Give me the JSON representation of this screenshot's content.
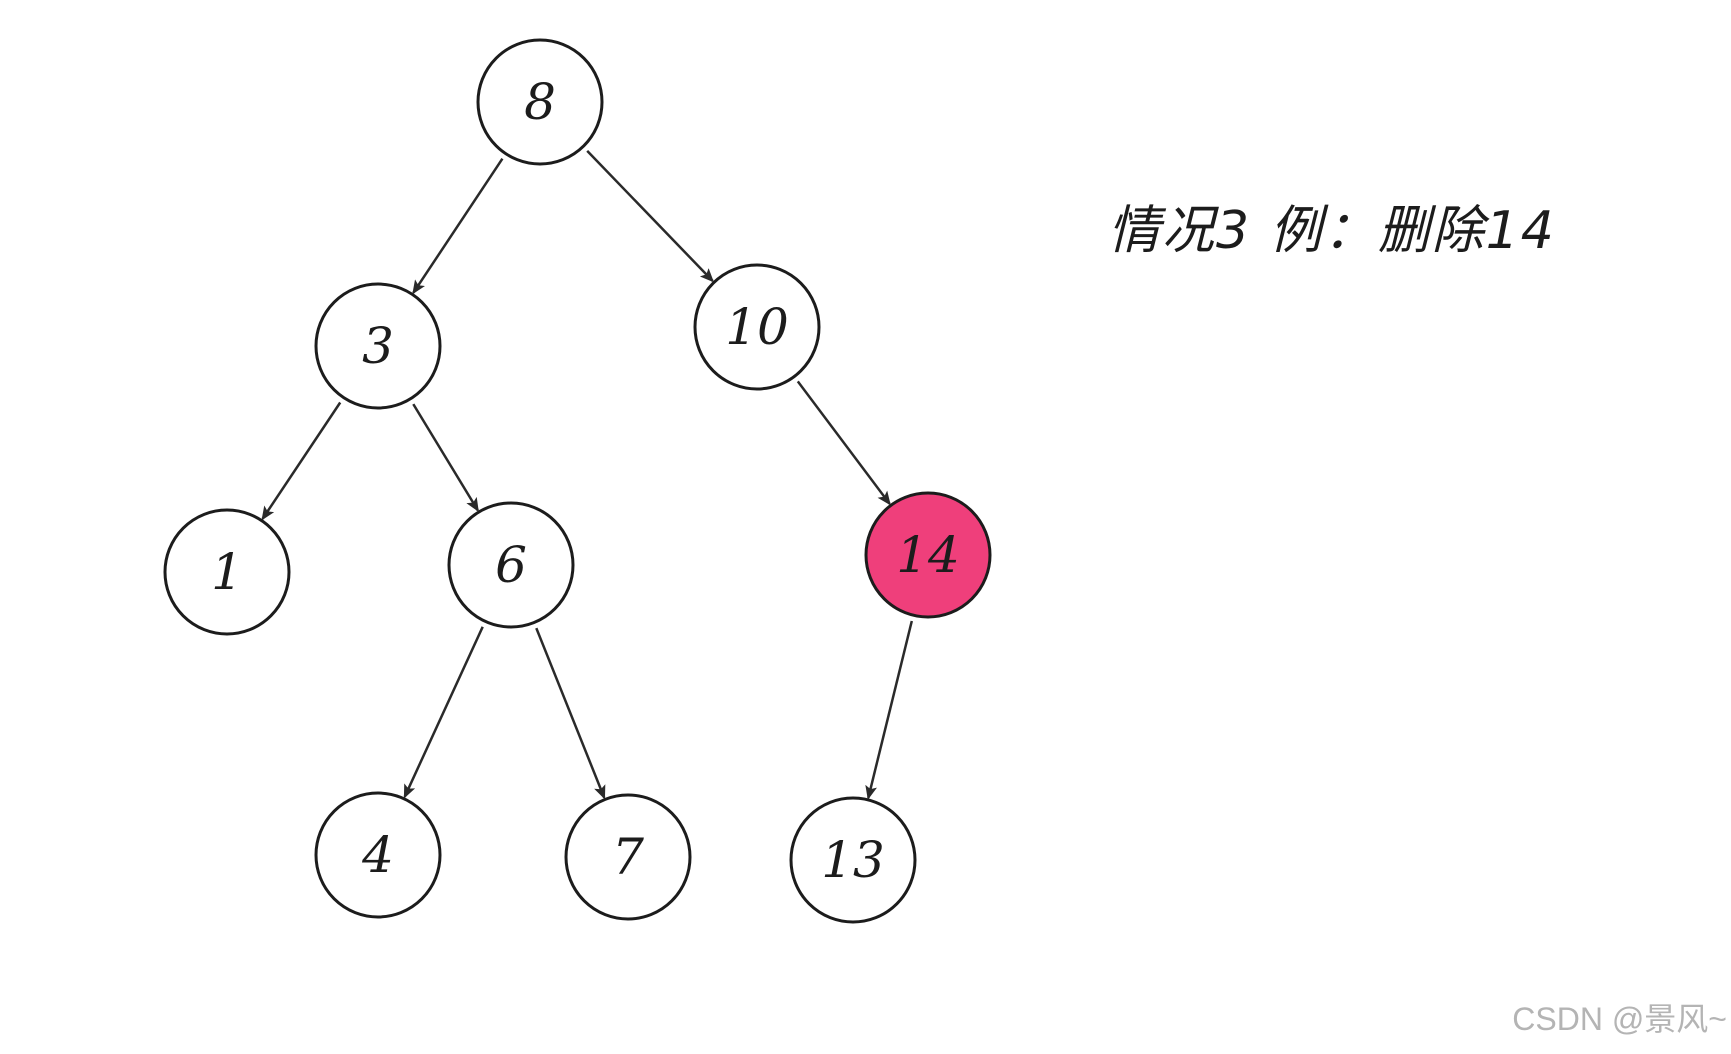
{
  "caption": "情况3  例：删除14",
  "watermark": "CSDN @景风~",
  "colors": {
    "node_fill": "#ffffff",
    "highlight_fill": "#ef3f7b",
    "stroke": "#1c1c1c"
  },
  "tree": {
    "nodes": [
      {
        "id": "n8",
        "label": "8",
        "highlight": false
      },
      {
        "id": "n3",
        "label": "3",
        "highlight": false
      },
      {
        "id": "n10",
        "label": "10",
        "highlight": false
      },
      {
        "id": "n1",
        "label": "1",
        "highlight": false
      },
      {
        "id": "n6",
        "label": "6",
        "highlight": false
      },
      {
        "id": "n14",
        "label": "14",
        "highlight": true
      },
      {
        "id": "n4",
        "label": "4",
        "highlight": false
      },
      {
        "id": "n7",
        "label": "7",
        "highlight": false
      },
      {
        "id": "n13",
        "label": "13",
        "highlight": false
      }
    ],
    "edges": [
      {
        "from": "n8",
        "to": "n3"
      },
      {
        "from": "n8",
        "to": "n10"
      },
      {
        "from": "n3",
        "to": "n1"
      },
      {
        "from": "n3",
        "to": "n6"
      },
      {
        "from": "n10",
        "to": "n14"
      },
      {
        "from": "n6",
        "to": "n4"
      },
      {
        "from": "n6",
        "to": "n7"
      },
      {
        "from": "n14",
        "to": "n13"
      }
    ]
  }
}
